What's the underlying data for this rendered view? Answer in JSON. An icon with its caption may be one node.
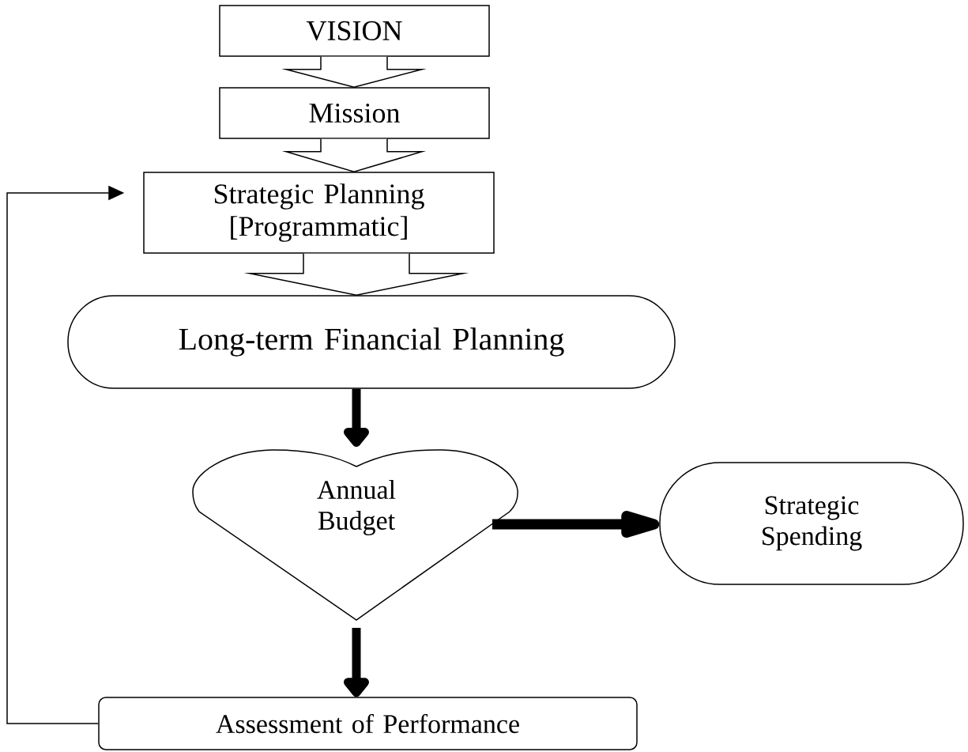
{
  "diagram": {
    "nodes": [
      {
        "text": [
          "VISION"
        ]
      },
      {
        "text": [
          "Mission"
        ]
      },
      {
        "text": [
          "Strategic Planning [Programmatic]"
        ]
      },
      {
        "text": [
          "Long-term Financial Planning"
        ]
      },
      {
        "text": [
          "Annual Budget"
        ]
      },
      {
        "text": [
          "Strategic Spending"
        ]
      },
      {
        "text": [
          "Assessment of Performance"
        ]
      }
    ],
    "edges": [
      {
        "from": 0,
        "to": 1,
        "arrow": "to"
      },
      {
        "from": 1,
        "to": 2,
        "arrow": "to"
      },
      {
        "from": 2,
        "to": 3,
        "arrow": "to"
      },
      {
        "from": 3,
        "to": 4,
        "arrow": "to"
      },
      {
        "from": 4,
        "to": 5,
        "arrow": "to"
      },
      {
        "from": 4,
        "to": 6,
        "arrow": "to"
      },
      {
        "from": 6,
        "to": 2,
        "arrow": "to"
      }
    ]
  }
}
